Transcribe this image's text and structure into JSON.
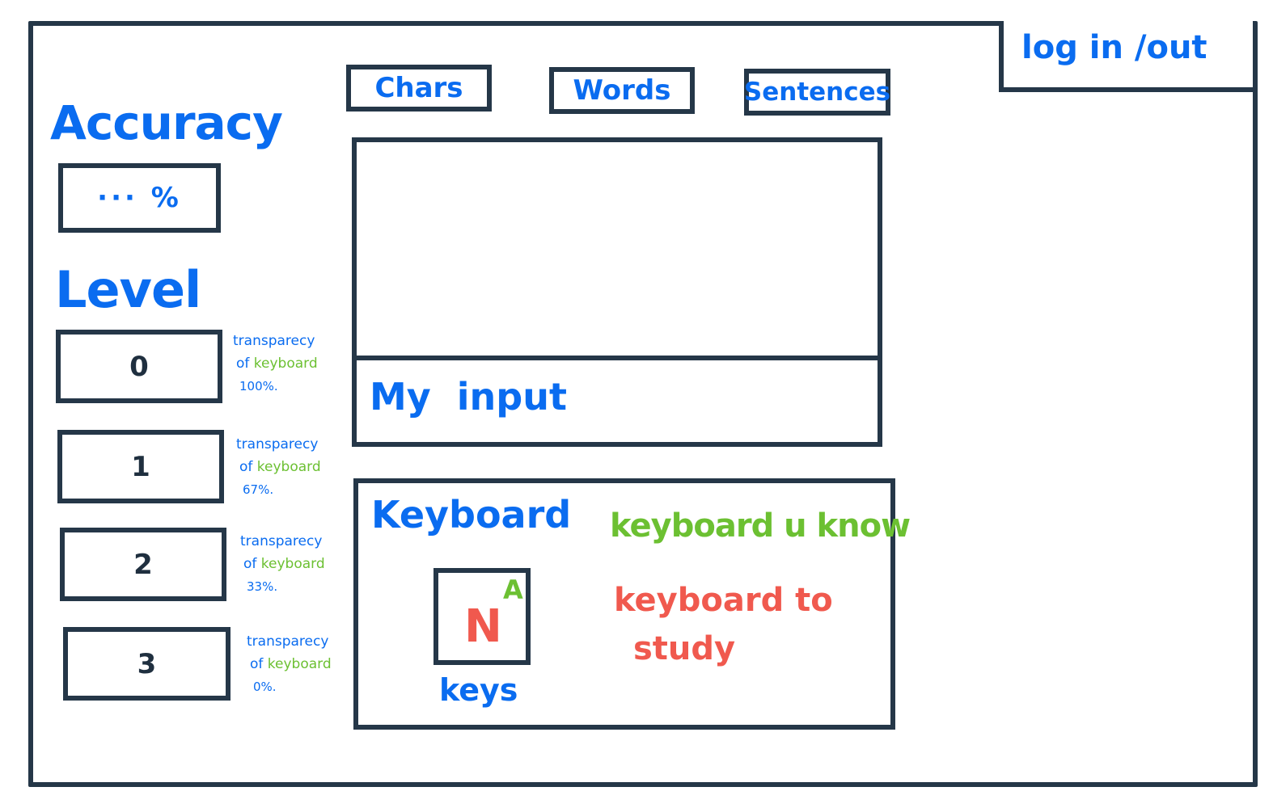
{
  "auth": {
    "label": "log in /out"
  },
  "tabs": [
    {
      "label": "Chars"
    },
    {
      "label": "Words"
    },
    {
      "label": "Sentences"
    }
  ],
  "accuracy": {
    "title": "Accuracy",
    "value": "··· %"
  },
  "level": {
    "title": "Level",
    "items": [
      {
        "value": "0",
        "note_line1": "transparecy",
        "note_of": "of",
        "note_keyboard": "keyboard",
        "note_percent": "100%."
      },
      {
        "value": "1",
        "note_line1": "transparecy",
        "note_of": "of",
        "note_keyboard": "keyboard",
        "note_percent": "67%."
      },
      {
        "value": "2",
        "note_line1": "transparecy",
        "note_of": "of",
        "note_keyboard": "keyboard",
        "note_percent": "33%."
      },
      {
        "value": "3",
        "note_line1": "transparecy",
        "note_of": "of",
        "note_keyboard": "keyboard",
        "note_percent": "0%."
      }
    ]
  },
  "text_area": {
    "input_label": "My  input"
  },
  "keyboard": {
    "title": "Keyboard",
    "legend_known": "keyboard u know",
    "legend_study_1": "keyboard to",
    "legend_study_2": "study",
    "key_main": "N",
    "key_sup": "A",
    "keys_label": "keys"
  },
  "colors": {
    "outline": "#253748",
    "primary": "#0a6cf0",
    "known": "#6cc032",
    "study": "#f0594e"
  }
}
